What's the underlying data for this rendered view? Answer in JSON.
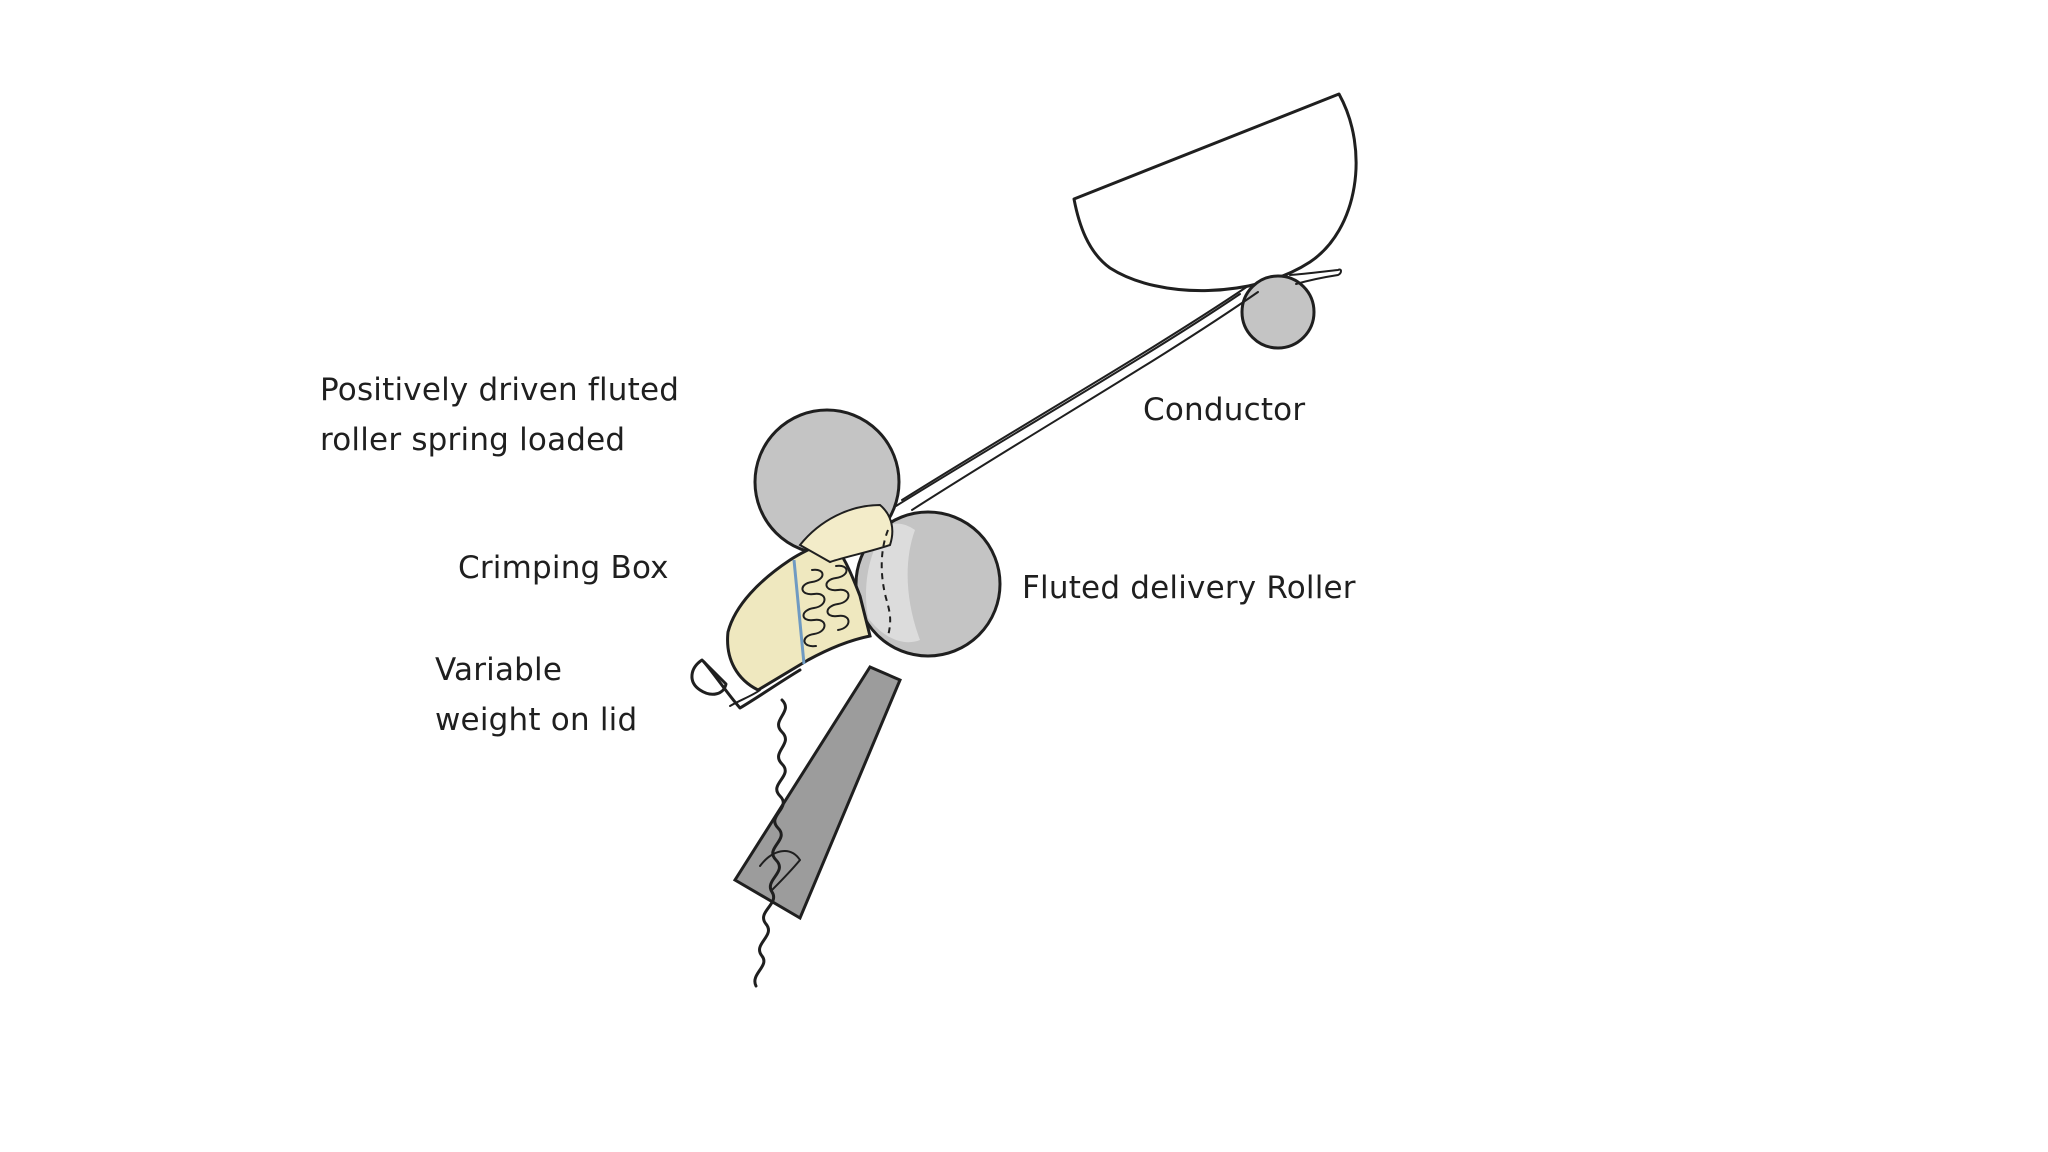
{
  "labels": {
    "conductor": "Conductor",
    "positively_driven_line1": "Positively driven fluted",
    "positively_driven_line2": "roller spring loaded",
    "crimping_box": "Crimping Box",
    "fluted_delivery_roller": "Fluted delivery Roller",
    "variable_weight_line1": "Variable",
    "variable_weight_line2": "weight on lid"
  },
  "colors": {
    "roller_fill": "#c4c4c4",
    "conductor_fill": "#c8c8c8",
    "crimping_box_fill": "#efe8bf",
    "lid_fill": "#9c9c9c",
    "line": "#1f1f1f",
    "background": "#ffffff"
  }
}
